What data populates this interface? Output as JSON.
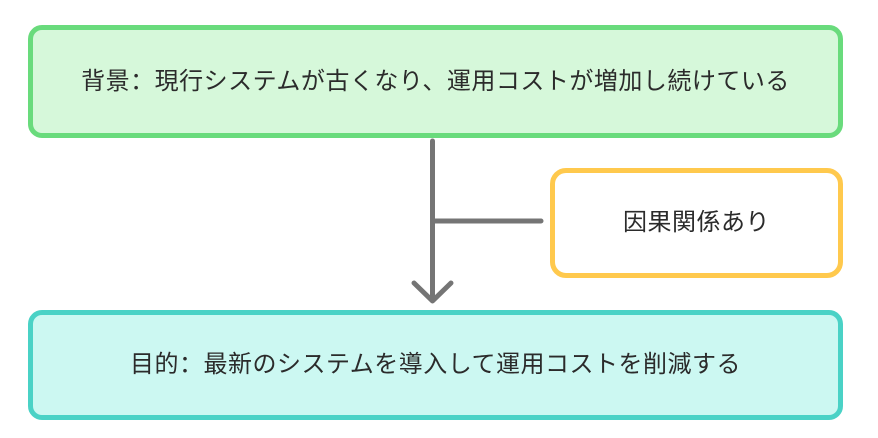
{
  "colors": {
    "background-border": "#69db7c",
    "background-fill": "#d6f8da",
    "purpose-border": "#4ad2c6",
    "purpose-fill": "#ccf8f2",
    "annotation-border": "#ffc94d",
    "annotation-fill": "#ffffff",
    "arrow": "#757575",
    "text": "#2b2b2b",
    "page-bg": "#ffffff"
  },
  "nodes": {
    "background": {
      "label": "背景：現行システムが古くなり、運用コストが増加し続けている"
    },
    "purpose": {
      "label": "目的：最新のシステムを導入して運用コストを削減する"
    },
    "annotation": {
      "label": "因果関係あり"
    }
  },
  "arrow": {
    "direction": "down"
  }
}
